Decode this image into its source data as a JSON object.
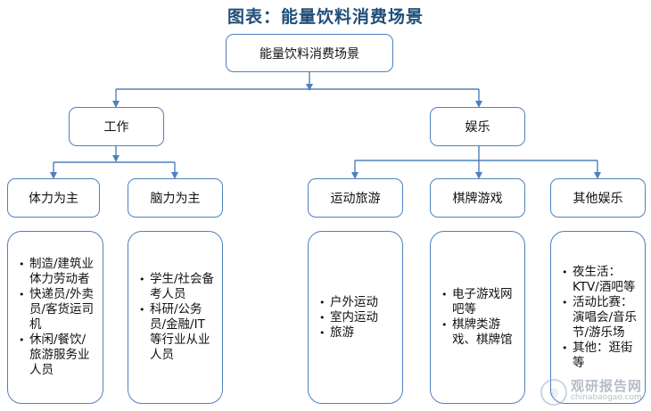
{
  "title": "图表：能量饮料消费场景",
  "root": "能量饮料消费场景",
  "categories": {
    "work": {
      "label": "工作",
      "children": [
        {
          "label": "体力为主",
          "items": [
            "制造/建筑业体力劳动者",
            "快递员/外卖员/客货运司机",
            "休闲/餐饮/旅游服务业人员"
          ]
        },
        {
          "label": "脑力为主",
          "items": [
            "学生/社会备考人员",
            "科研/公务员/金融/IT等行业从业人员"
          ]
        }
      ]
    },
    "entertainment": {
      "label": "娱乐",
      "children": [
        {
          "label": "运动旅游",
          "items": [
            "户外运动",
            "室内运动",
            "旅游"
          ]
        },
        {
          "label": "棋牌游戏",
          "items": [
            "电子游戏网吧等",
            "棋牌类游戏、棋牌馆"
          ]
        },
        {
          "label": "其他娱乐",
          "items": [
            "夜生活：KTV/酒吧等",
            "活动比赛：演唱会/音乐节/游乐场",
            "其他：逛街等"
          ]
        }
      ]
    }
  },
  "watermark": {
    "name": "观研报告网",
    "url": "chinabaogao.com"
  },
  "colors": {
    "title": "#1f4e79",
    "border": "#4f81bd",
    "connector": "#4f81bd"
  }
}
